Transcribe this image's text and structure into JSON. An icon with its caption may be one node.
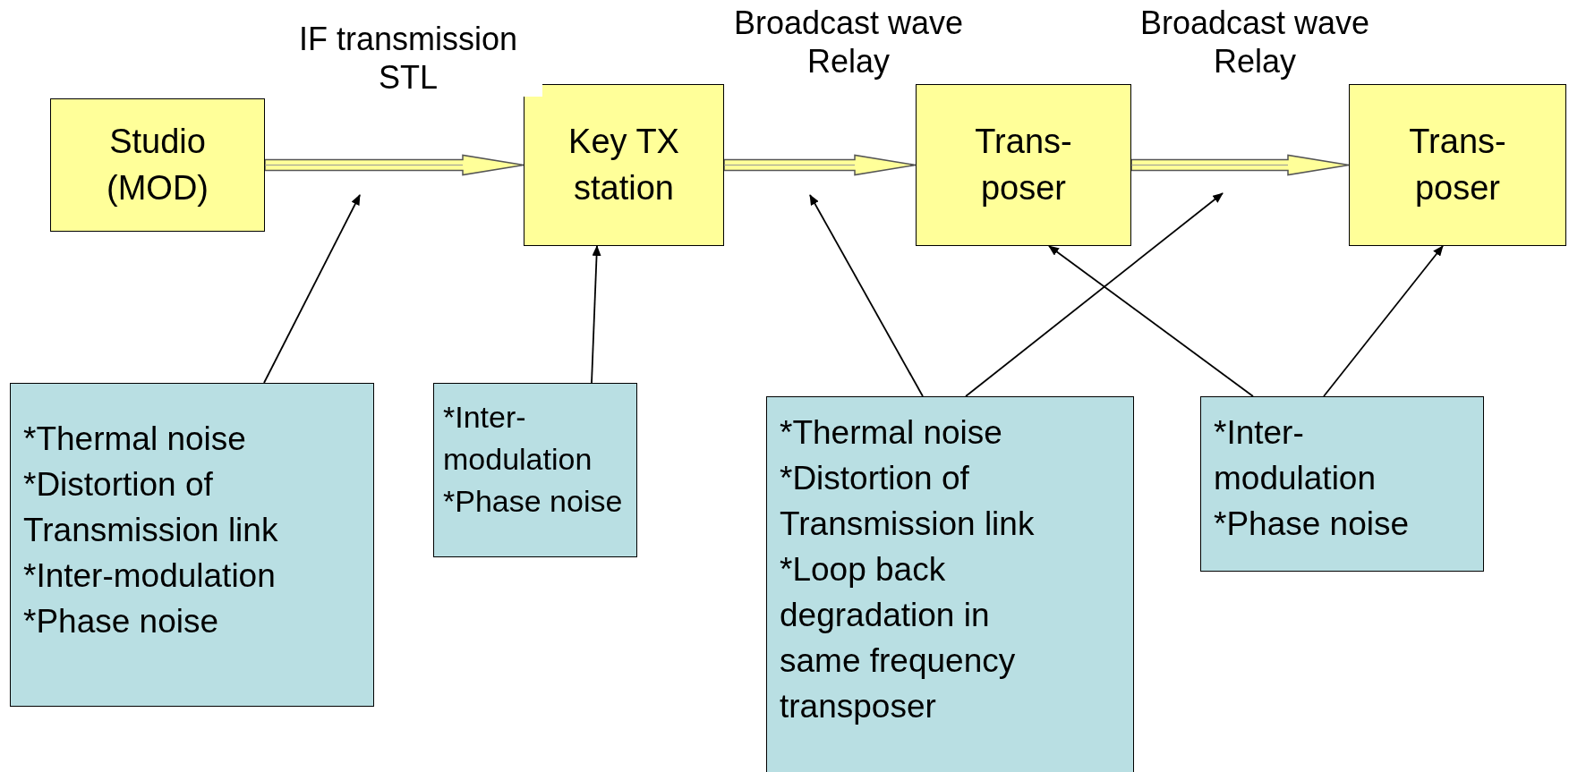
{
  "diagram": {
    "nodes": [
      {
        "text": [
          "Studio (MOD)"
        ]
      },
      {
        "text": [
          "Key TX station"
        ]
      },
      {
        "text": [
          "Trans- poser"
        ]
      },
      {
        "text": [
          "Trans- poser"
        ]
      },
      {
        "text": [
          "*Thermal noise",
          "*Distortion of Transmission link",
          "*Inter-modulation",
          "*Phase noise"
        ]
      },
      {
        "text": [
          "*Inter-modulation",
          "*Phase noise"
        ]
      },
      {
        "text": [
          "*Thermal noise",
          "*Distortion of Transmission link",
          "*Loop back degradation in same frequency transposer"
        ]
      },
      {
        "text": [
          "*Inter-modulation",
          "*Phase noise"
        ]
      }
    ],
    "edges": [
      {
        "from": 0,
        "to": 1,
        "arrow": "to",
        "label": "IF transmission STL",
        "style": "thick"
      },
      {
        "from": 1,
        "to": 2,
        "arrow": "to",
        "label": "Broadcast wave Relay",
        "style": "thick"
      },
      {
        "from": 2,
        "to": 3,
        "arrow": "to",
        "label": "Broadcast wave Relay",
        "style": "thick"
      },
      {
        "from": 4,
        "to": null,
        "arrow": "to"
      },
      {
        "from": 5,
        "to": 1,
        "arrow": "to"
      },
      {
        "from": 6,
        "to": null,
        "arrow": "to"
      },
      {
        "from": 6,
        "to": null,
        "arrow": "to"
      },
      {
        "from": 7,
        "to": 2,
        "arrow": "to"
      },
      {
        "from": 7,
        "to": 3,
        "arrow": "to"
      }
    ]
  }
}
